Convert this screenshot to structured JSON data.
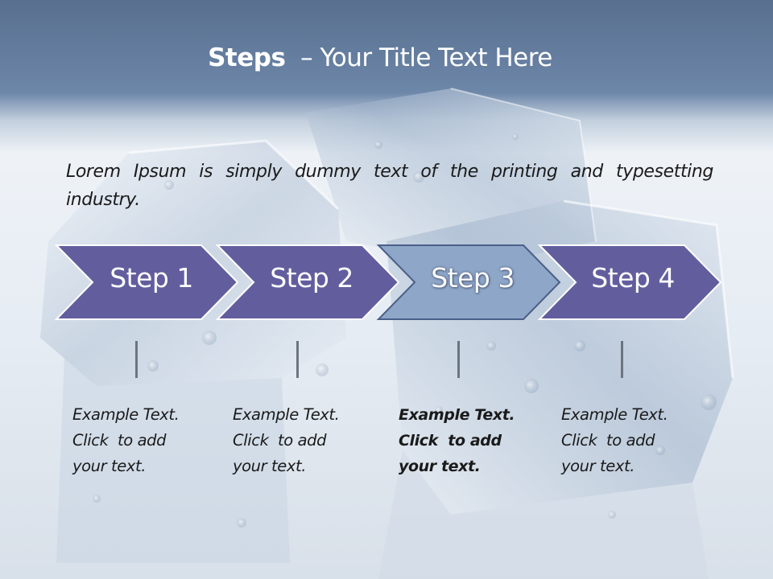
{
  "slide": {
    "title_bold": "Steps",
    "title_rest": "  – Your Title Text Here",
    "intro": "Lorem Ipsum is simply dummy text of the printing and typesetting industry.",
    "steps": [
      {
        "label": "Step 1",
        "lines": [
          "Example Text.",
          "Click  to add",
          "your text."
        ]
      },
      {
        "label": "Step 2",
        "lines": [
          "Example Text.",
          "Click  to add",
          "your text."
        ]
      },
      {
        "label": "Step 3",
        "lines": [
          "Example Text.",
          "Click  to add",
          "your text."
        ]
      },
      {
        "label": "Step 4",
        "lines": [
          "Example Text.",
          "Click  to add",
          "your text."
        ]
      }
    ],
    "active_step": 3
  },
  "colors": {
    "arrow_fill": "#625e9e",
    "arrow_active_fill": "#8ea6c8",
    "arrow_border": "#ffffff",
    "title_text": "#ffffff",
    "body_text": "#1a1a1a"
  }
}
